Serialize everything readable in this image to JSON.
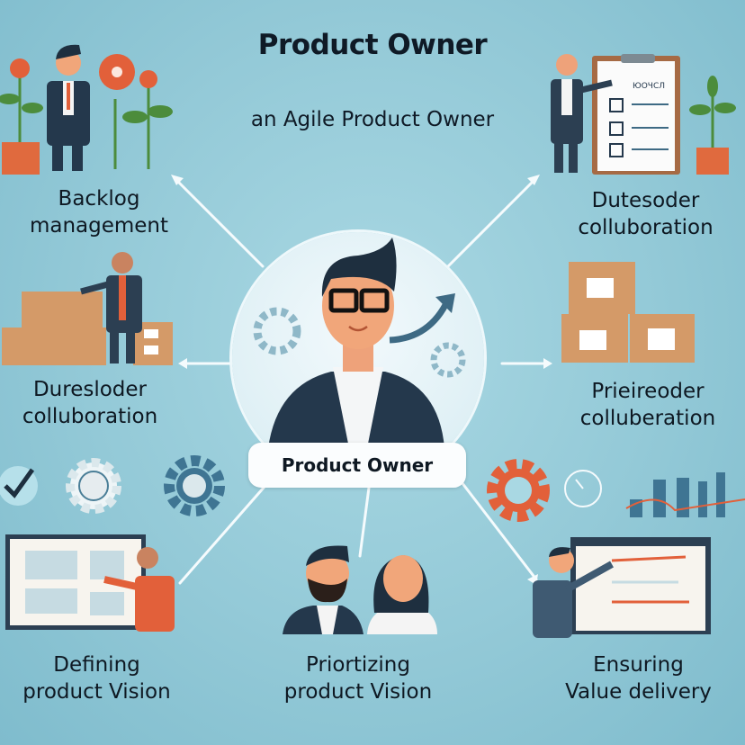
{
  "title": "Product Owner",
  "subtitle": "an Agile Product Owner",
  "center": {
    "badge_label": "Product Owner",
    "icons": [
      "person-with-glasses-icon",
      "gear-icon",
      "trend-arrow-icon",
      "gear-icon"
    ]
  },
  "nodes": [
    {
      "id": "top-left",
      "line1": "Backlog",
      "line2": "management",
      "illustration": "man-with-flower-pots"
    },
    {
      "id": "top-right",
      "line1": "Dutesoder",
      "line2": "colluboration",
      "illustration": "man-with-clipboard-checklist",
      "clipboard_heading": "ЮOЧCЛ"
    },
    {
      "id": "mid-left",
      "line1": "Duresloder",
      "line2": "colluboration",
      "illustration": "man-with-boxes"
    },
    {
      "id": "mid-right",
      "line1": "Prieireoder",
      "line2": "colluberation",
      "illustration": "stacked-boxes"
    },
    {
      "id": "bottom-left",
      "line1": "Defining",
      "line2": "product Vision",
      "illustration": "man-presenting-screen"
    },
    {
      "id": "bottom-center",
      "line1": "Priortizing",
      "line2": "product Vision",
      "illustration": "two-people"
    },
    {
      "id": "bottom-right",
      "line1": "Ensuring",
      "line2": "Value delivery",
      "illustration": "man-presenting-chart"
    }
  ],
  "colors": {
    "background": "#93c9d7",
    "accent_orange": "#e2603a",
    "dark_navy": "#1f3343",
    "gear_blue": "#3f7593",
    "plant_green": "#4c8c3c",
    "box_tan": "#d49a68"
  }
}
